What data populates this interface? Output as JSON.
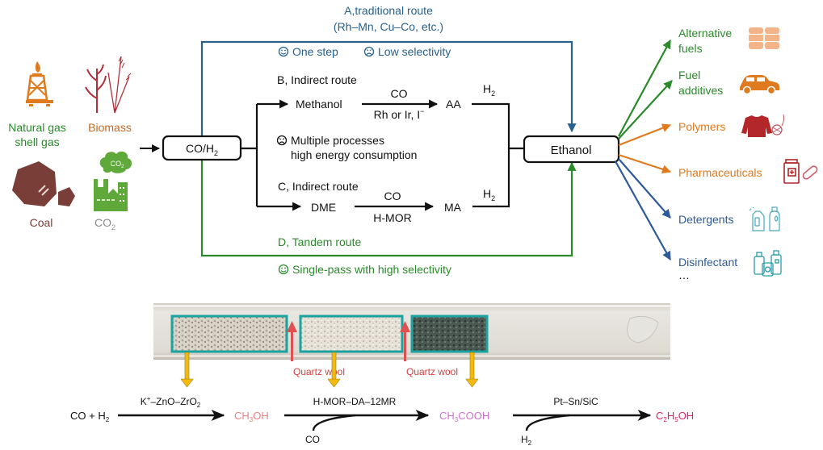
{
  "colors": {
    "blue": "#26618f",
    "green": "#2a8a2a",
    "orange": "#e07a1f",
    "brown": "#7a3e38",
    "black": "#111111",
    "teal": "#1aa3a0",
    "quartz_red": "#e05050",
    "yellow": "#f2b90f",
    "methanol_pink": "#f08080",
    "acetic_violet": "#d070d0",
    "ethanol_magenta": "#e0206a",
    "det_blue": "#2d5a9a"
  },
  "sources": {
    "natural_gas_line1": "Natural gas",
    "natural_gas_line2": "shell gas",
    "biomass": "Biomass",
    "coal": "Coal",
    "co2": "CO",
    "co2_sub": "2",
    "co2_cloud": "CO",
    "co2_cloud_sub": "2"
  },
  "nodes": {
    "syngas_main": "CO/H",
    "syngas_sub": "2",
    "ethanol": "Ethanol"
  },
  "route_a": {
    "title": "A,traditional route",
    "catalysts": "(Rh–Mn, Cu–Co, etc.)",
    "pro": "One step",
    "con": "Low selectivity"
  },
  "route_b": {
    "title": "B, Indirect route",
    "start": "Methanol",
    "reagent_above": "CO",
    "reagent_below": "Rh or Ir, I",
    "reagent_below_sup": "−",
    "product": "AA",
    "h2": "H",
    "h2_sub": "2",
    "con_line1": "Multiple processes",
    "con_line2": "high energy consumption"
  },
  "route_c": {
    "title": "C, Indirect route",
    "start": "DME",
    "reagent_above": "CO",
    "reagent_below": "H-MOR",
    "product": "MA",
    "h2": "H",
    "h2_sub": "2"
  },
  "route_d": {
    "title": "D, Tandem route",
    "pro": "Single-pass with high selectivity"
  },
  "applications": [
    {
      "line1": "Alternative",
      "line2": "fuels",
      "color": "green",
      "icon": "fuel-barrels-icon"
    },
    {
      "line1": "Fuel",
      "line2": "additives",
      "color": "green",
      "icon": "car-icon"
    },
    {
      "line1": "Polymers",
      "line2": "",
      "color": "orange",
      "icon": "sweater-yarn-icon"
    },
    {
      "line1": "Pharmaceuticals",
      "line2": "",
      "color": "orange",
      "icon": "medicine-bottle-pill-icon"
    },
    {
      "line1": "Detergents",
      "line2": "",
      "color": "blue",
      "icon": "detergent-bottles-icon"
    },
    {
      "line1": "Disinfectant",
      "line2": "…",
      "color": "blue",
      "icon": "disinfectant-bottles-icon"
    }
  ],
  "reactor": {
    "quartz_wool_1": "Quartz wool",
    "quartz_wool_2": "Quartz wool"
  },
  "reaction": {
    "reactant": "CO + H",
    "reactant_sub": "2",
    "cat1_a": "K",
    "cat1_sup": "+",
    "cat1_b": "–ZnO–ZrO",
    "cat1_sub": "2",
    "methanol_a": "CH",
    "methanol_sub": "3",
    "methanol_b": "OH",
    "cat2": "H-MOR–DA–12MR",
    "co_feed": "CO",
    "acetic_a": "CH",
    "acetic_sub": "3",
    "acetic_b": "COOH",
    "cat3": "Pt–Sn/SiC",
    "h2_feed": "H",
    "h2_feed_sub": "2",
    "ethanol_a": "C",
    "ethanol_sub1": "2",
    "ethanol_b": "H",
    "ethanol_sub2": "5",
    "ethanol_c": "OH"
  }
}
